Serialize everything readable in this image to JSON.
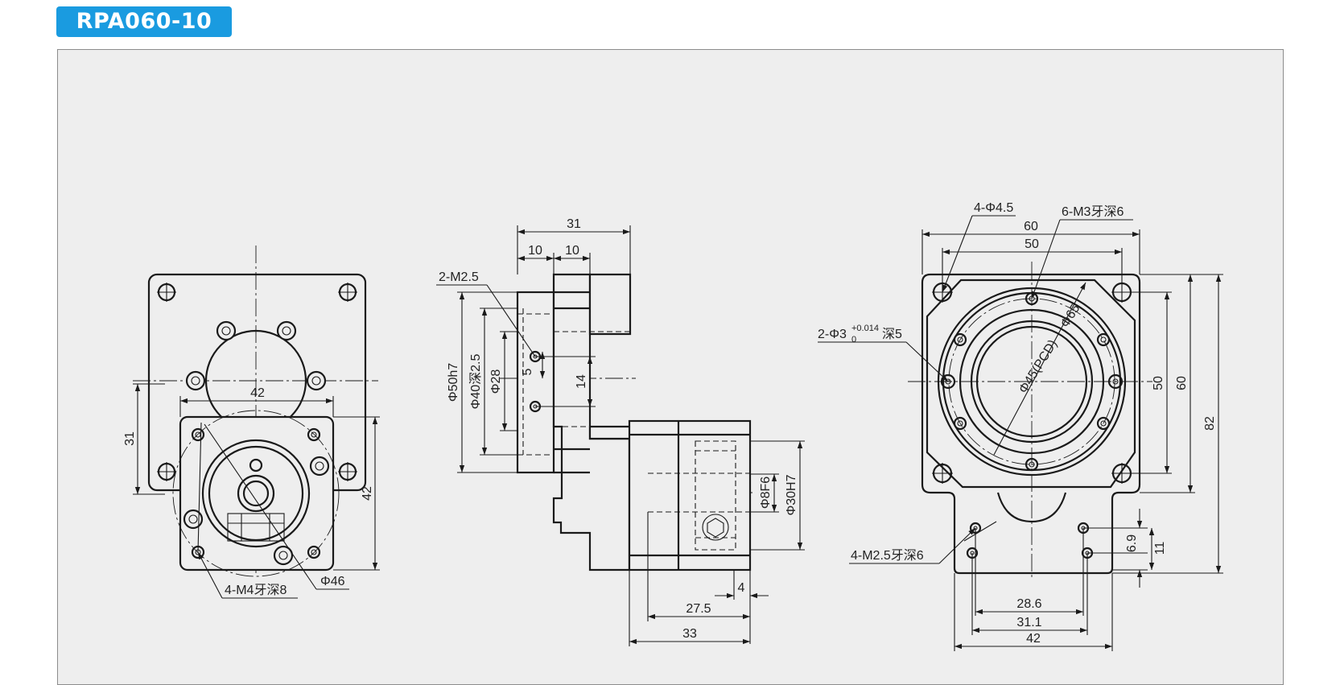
{
  "header": {
    "model": "RPA060-10"
  },
  "left_view": {
    "dim_42_h": "42",
    "dim_31": "31",
    "dim_42_v": "42",
    "callout_m4": "4-M4牙深8",
    "callout_phi46": "Φ46"
  },
  "side_view": {
    "dim_31": "31",
    "dim_10_a": "10",
    "dim_10_b": "10",
    "callout_m25": "2-M2.5",
    "dim_phi50": "Φ50h7",
    "dim_phi40": "Φ40深2.5",
    "dim_phi28": "Φ28",
    "dim_5": "5",
    "dim_14": "14",
    "dim_phi8": "Φ8F6",
    "dim_phi30": "Φ30H7",
    "dim_4": "4",
    "dim_275": "27.5",
    "dim_33": "33"
  },
  "right_view": {
    "callout_phi45": "4-Φ4.5",
    "callout_m3": "6-M3牙深6",
    "dim_60_h": "60",
    "dim_50_h": "50",
    "callout_pin_prefix": "2-Φ3",
    "callout_pin_upper": "+0.014",
    "callout_pin_lower": "0",
    "callout_pin_suffix": "深5",
    "dim_phi65": "Φ65",
    "dim_pcd": "Φ45(PCD)",
    "dim_50_v": "50",
    "dim_60_v": "60",
    "dim_82": "82",
    "callout_m25": "4-M2.5牙深6",
    "dim_69": "6.9",
    "dim_11": "11",
    "dim_286": "28.6",
    "dim_311": "31.1",
    "dim_42": "42"
  }
}
